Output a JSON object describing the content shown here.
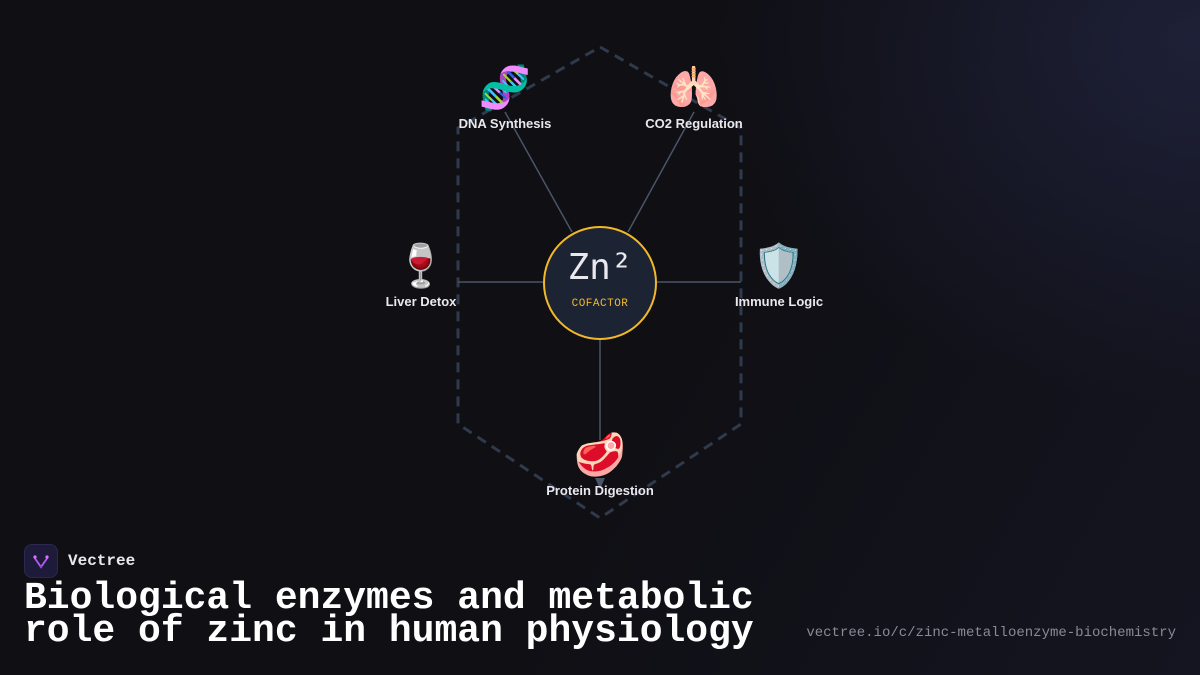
{
  "diagram": {
    "center": {
      "symbol": "Zn²",
      "subtitle": "COFACTOR",
      "accent_color": "#f2b829"
    },
    "nodes": [
      {
        "id": "dna",
        "emoji": "🧬",
        "icon": "dna-icon",
        "label": "DNA Synthesis"
      },
      {
        "id": "co2",
        "emoji": "🫁",
        "icon": "lungs-icon",
        "label": "CO2 Regulation"
      },
      {
        "id": "liver",
        "emoji": "🍷",
        "icon": "wine-glass-icon",
        "label": "Liver Detox"
      },
      {
        "id": "immune",
        "emoji": "🛡️",
        "icon": "shield-icon",
        "label": "Immune Logic"
      },
      {
        "id": "protein",
        "emoji": "🥩",
        "icon": "meat-icon",
        "label": "Protein Digestion"
      }
    ]
  },
  "brand": {
    "name": "Vectree"
  },
  "footer": {
    "title": "Biological enzymes and metabolic role of zinc in human physiology",
    "url": "vectree.io/c/zinc-metalloenzyme-biochemistry"
  }
}
